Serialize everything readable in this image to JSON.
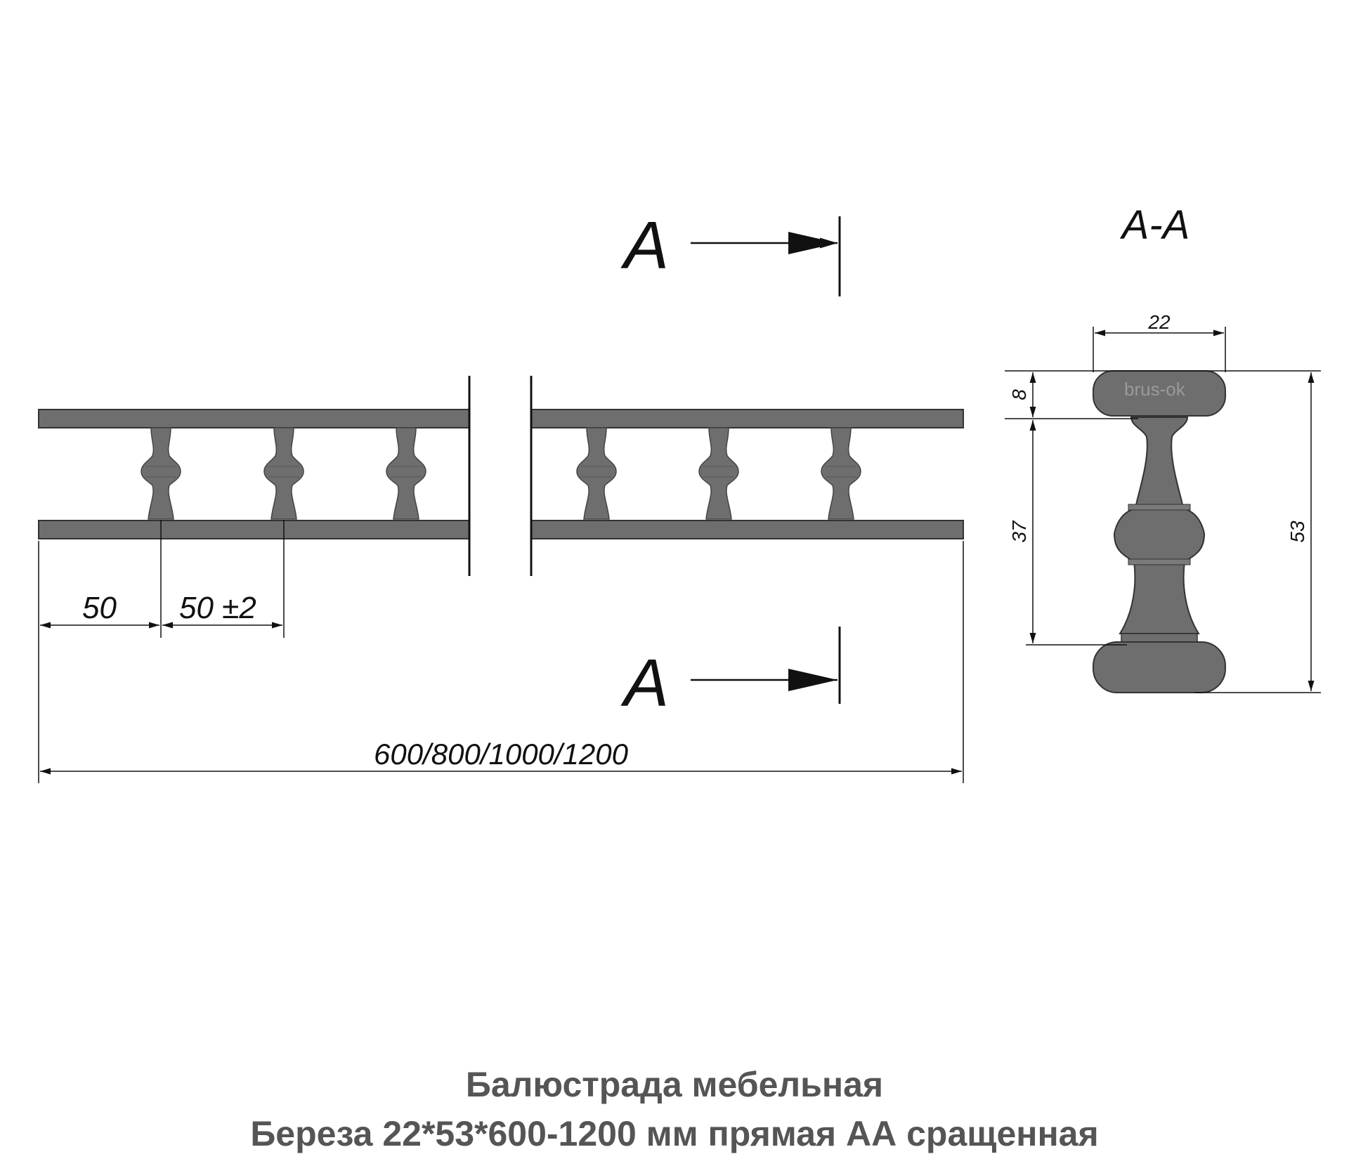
{
  "drawing": {
    "section_marker_top": "A",
    "section_marker_bottom": "A",
    "section_title": "A-A",
    "dim_spacing_edge": "50",
    "dim_spacing_pitch": "50 ±2",
    "dim_overall_length": "600/800/1000/1200",
    "dim_width": "22",
    "dim_cap_height": "8",
    "dim_neck_height": "37",
    "dim_total_height": "53",
    "watermark_text": "brus-ok"
  },
  "caption": {
    "line1": "Балюстрада мебельная",
    "line2": "Береза 22*53*600-1200 мм прямая АА сращенная"
  },
  "colors": {
    "part_fill": "#6e6e6e",
    "line": "#111111",
    "caption": "#555555"
  }
}
